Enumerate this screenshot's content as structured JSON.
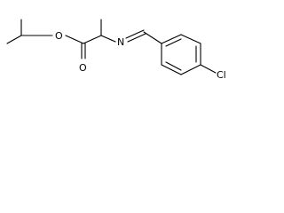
{
  "molecule": {
    "atoms": {
      "oxygen_ether": "O",
      "oxygen_carbonyl": "O",
      "nitrogen_imine": "N",
      "chlorine": "Cl"
    }
  }
}
